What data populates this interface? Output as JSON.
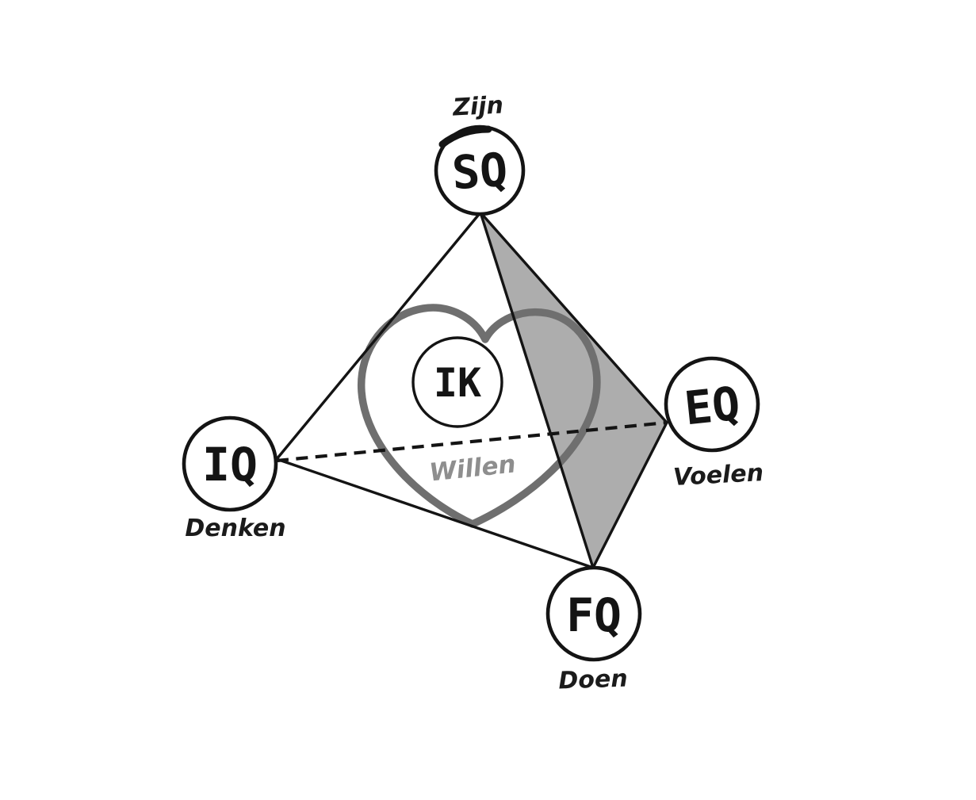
{
  "diagram": {
    "type": "tetrahedron-model",
    "shaded_face": "SQ-EQ-FQ",
    "colors": {
      "ink": "#141414",
      "face_fill": "#adadad",
      "heart_stroke": "#6f6f6f",
      "willen_text": "#8e8e8e",
      "background": "#ffffff"
    },
    "nodes": {
      "sq": {
        "label": "SQ",
        "caption": "Zijn",
        "position": "top"
      },
      "iq": {
        "label": "IQ",
        "caption": "Denken",
        "position": "left"
      },
      "eq": {
        "label": "EQ",
        "caption": "Voelen",
        "position": "right"
      },
      "fq": {
        "label": "FQ",
        "caption": "Doen",
        "position": "bottom"
      },
      "ik": {
        "label": "IK",
        "position": "center"
      }
    },
    "heart": {
      "caption": "Willen"
    },
    "edges": [
      {
        "from": "SQ",
        "to": "IQ",
        "style": "solid"
      },
      {
        "from": "SQ",
        "to": "EQ",
        "style": "solid"
      },
      {
        "from": "SQ",
        "to": "FQ",
        "style": "solid"
      },
      {
        "from": "IQ",
        "to": "FQ",
        "style": "solid"
      },
      {
        "from": "EQ",
        "to": "FQ",
        "style": "solid"
      },
      {
        "from": "IQ",
        "to": "EQ",
        "style": "dashed"
      }
    ]
  }
}
